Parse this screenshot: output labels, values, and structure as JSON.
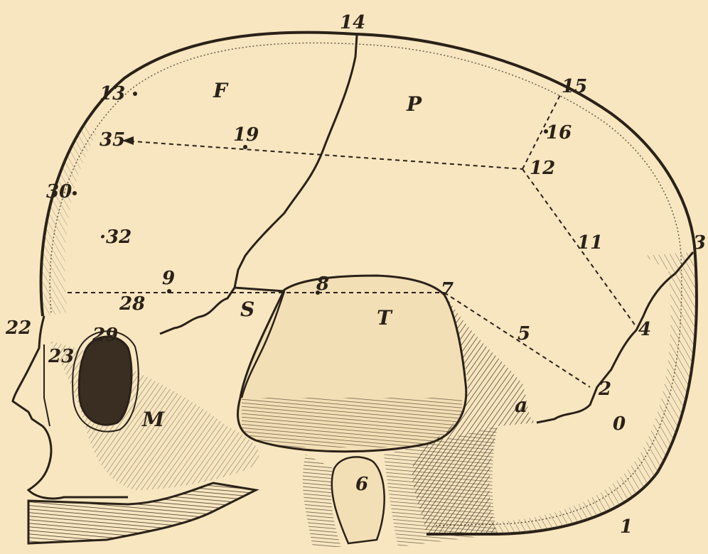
{
  "colors": {
    "paper": "#f7e6c0",
    "ink": "#2a2118",
    "shade": "#8a7a64"
  },
  "labels": {
    "n14": "14",
    "n15": "15",
    "n13": "13",
    "n35": "35",
    "n19": "19",
    "n16": "16",
    "n12": "12",
    "n30": "30",
    "n32": "·32",
    "n11": "11",
    "n3": "3",
    "n9": "9",
    "n8": "8",
    "n7": "7",
    "n28": "28",
    "n22": "22",
    "n29": "29",
    "n5": "5",
    "n4": "4",
    "n23": "23",
    "n2": "2",
    "n0": "0",
    "n6": "6",
    "n1": "1",
    "F": "F",
    "P": "P",
    "S": "S",
    "T": "T",
    "M": "M",
    "a": "a"
  }
}
